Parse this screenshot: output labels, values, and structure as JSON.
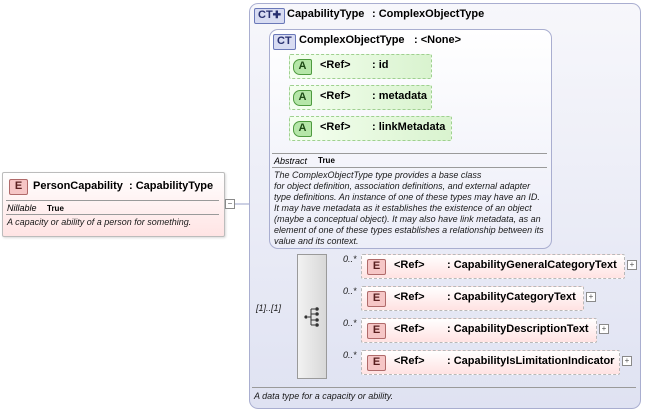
{
  "element": {
    "badge": "E",
    "name": "PersonCapability",
    "type": ": CapabilityType",
    "nillable_label": "Nillable",
    "nillable_value": "True",
    "description": "A capacity or ability of a person for something."
  },
  "capability_type": {
    "badge": "CT",
    "name": "CapabilityType",
    "type": ": ComplexObjectType",
    "description": "A data type for a capacity or ability."
  },
  "complex_object_type": {
    "badge": "CT",
    "name": "ComplexObjectType",
    "type": ": <None>",
    "abstract_label": "Abstract",
    "abstract_value": "True",
    "description_lines": [
      "The ComplexObjectType type provides a base class",
      "for object definition, association definitions, and external adapter",
      "type definitions. An instance of one of these types may have an ID.",
      "It may have metadata as it establishes the existence of an object",
      "(maybe a conceptual object). It may also have link metadata, as an",
      "element of one of these types establishes a relationship between its",
      "value and its context."
    ],
    "attributes": [
      {
        "badge": "A",
        "ref": "<Ref>",
        "name": ": id"
      },
      {
        "badge": "A",
        "ref": "<Ref>",
        "name": ": metadata"
      },
      {
        "badge": "A",
        "ref": "<Ref>",
        "name": ": linkMetadata"
      }
    ]
  },
  "sequence": {
    "cardinality": "[1]..[1]",
    "children": [
      {
        "badge": "E",
        "ref": "<Ref>",
        "name": ": CapabilityGeneralCategoryText",
        "cardinality": "0..*"
      },
      {
        "badge": "E",
        "ref": "<Ref>",
        "name": ": CapabilityCategoryText",
        "cardinality": "0..*"
      },
      {
        "badge": "E",
        "ref": "<Ref>",
        "name": ": CapabilityDescriptionText",
        "cardinality": "0..*"
      },
      {
        "badge": "E",
        "ref": "<Ref>",
        "name": ": CapabilityIsLimitationIndicator",
        "cardinality": "0..*"
      }
    ]
  },
  "icons": {
    "collapse": "minus-icon",
    "expand": "plus-icon",
    "sequence": "sequence-compositor-icon",
    "ct_badge_mark": "plus-icon"
  },
  "colors": {
    "element_fill": "#ffe4e4",
    "element_badge": "#f6c6c6",
    "complex_type_fill": "#dfe2f2",
    "attribute_fill": "#d9f3cf",
    "connector": "#7f86b8"
  }
}
